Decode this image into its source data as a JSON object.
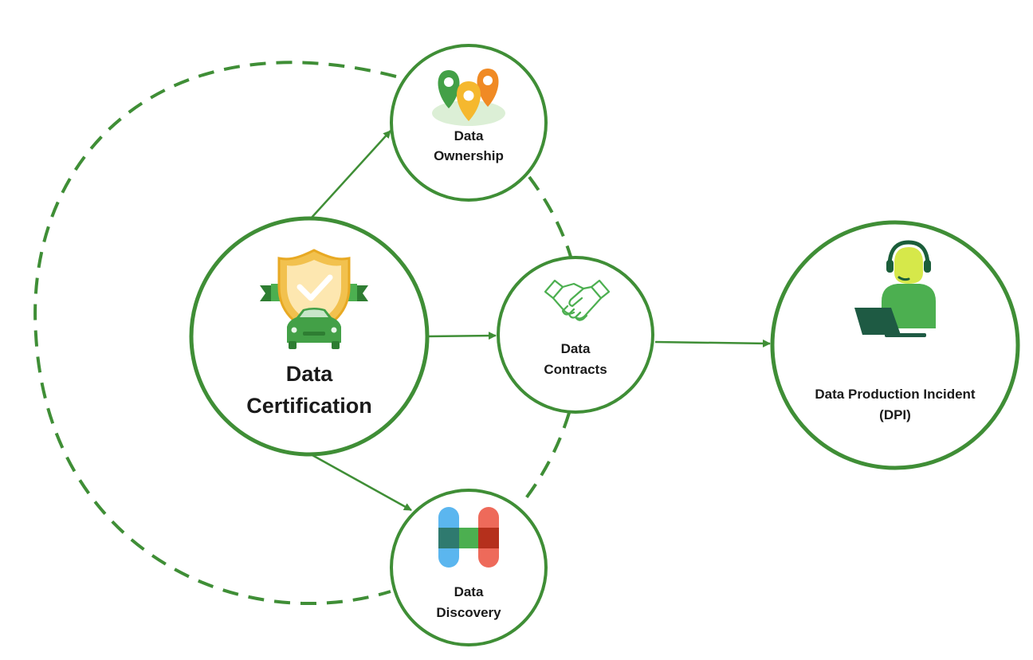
{
  "colors": {
    "ring": "#3f8e36",
    "arrow": "#3f8e36",
    "text": "#1a1a1a"
  },
  "nodes": {
    "certification": {
      "line1": "Data",
      "line2": "Certification",
      "icon": "shield-car-icon"
    },
    "ownership": {
      "line1": "Data",
      "line2": "Ownership",
      "icon": "map-pins-icon"
    },
    "contracts": {
      "line1": "Data",
      "line2": "Contracts",
      "icon": "handshake-icon"
    },
    "discovery": {
      "line1": "Data",
      "line2": "Discovery",
      "icon": "h-logo-icon"
    },
    "dpi": {
      "line1": "Data Production Incident",
      "line2": "(DPI)",
      "icon": "support-agent-icon"
    }
  },
  "edges": [
    {
      "from": "certification",
      "to": "ownership",
      "style": "solid-arrow"
    },
    {
      "from": "certification",
      "to": "contracts",
      "style": "solid-arrow"
    },
    {
      "from": "certification",
      "to": "discovery",
      "style": "solid-arrow"
    },
    {
      "from": "contracts",
      "to": "dpi",
      "style": "solid-arrow"
    },
    {
      "from": "ownership",
      "to": "contracts",
      "style": "dashed"
    },
    {
      "from": "contracts",
      "to": "discovery",
      "style": "dashed"
    },
    {
      "from": "ownership",
      "to": "discovery",
      "style": "dashed-loop"
    }
  ]
}
